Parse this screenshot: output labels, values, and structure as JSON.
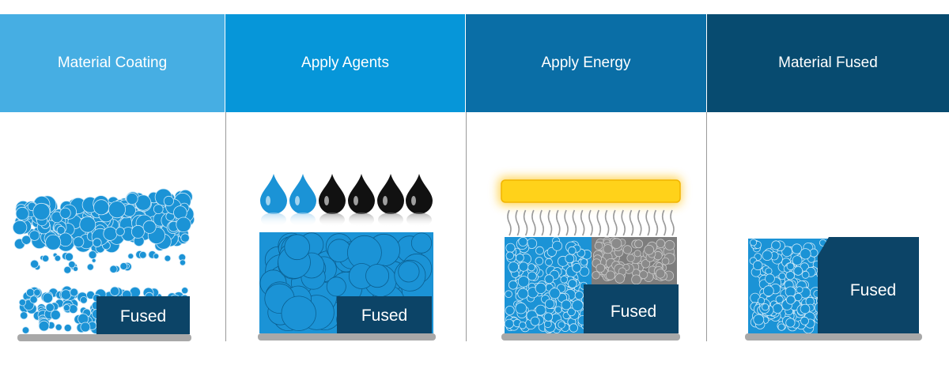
{
  "steps": [
    {
      "title": "Material Coating",
      "fused_label": "Fused",
      "header_color": "#46aee3"
    },
    {
      "title": "Apply Agents",
      "fused_label": "Fused",
      "header_color": "#0696d9"
    },
    {
      "title": "Apply Energy",
      "fused_label": "Fused",
      "header_color": "#0a6ea6"
    },
    {
      "title": "Material Fused",
      "fused_label": "Fused",
      "header_color": "#074b70"
    }
  ],
  "colors": {
    "powder": "#1b93d6",
    "powder_edge": "#cfe9f8",
    "fused_block": "#0c4467",
    "fusing_agent": "#111111",
    "detailing_agent": "#1b93d6",
    "heat_lamp": "#ffd21a",
    "heated_powder": "#7d7d7d",
    "build_plate": "#a8a8a8"
  }
}
